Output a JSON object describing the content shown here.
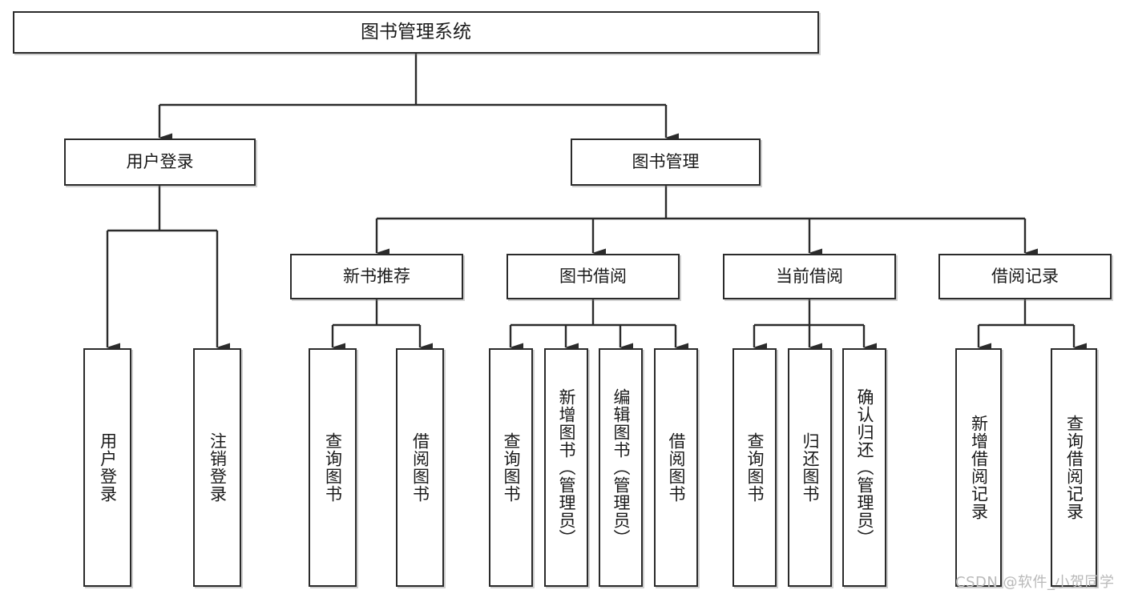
{
  "diagram": {
    "type": "tree",
    "title": "图书管理系统",
    "orientation": "top-down",
    "line_color": "#2b2b2b",
    "node_fill": "#ffffff",
    "text_color": "#1a1a1a"
  },
  "nodes": {
    "root": {
      "label": "图书管理系统"
    },
    "level2": [
      {
        "label": "用户登录"
      },
      {
        "label": "图书管理"
      }
    ],
    "level3": [
      {
        "label": "新书推荐"
      },
      {
        "label": "图书借阅"
      },
      {
        "label": "当前借阅"
      },
      {
        "label": "借阅记录"
      }
    ],
    "leaves_user_login": [
      {
        "label": "用户登录"
      },
      {
        "label": "注销登录"
      }
    ],
    "leaves_new_book": [
      {
        "label": "查询图书"
      },
      {
        "label": "借阅图书"
      }
    ],
    "leaves_borrow": [
      {
        "label": "查询图书"
      },
      {
        "label": "新增图书（管理员）"
      },
      {
        "label": "编辑图书（管理员）"
      },
      {
        "label": "借阅图书"
      }
    ],
    "leaves_current": [
      {
        "label": "查询图书"
      },
      {
        "label": "归还图书"
      },
      {
        "label": "确认归还（管理员）"
      }
    ],
    "leaves_records": [
      {
        "label": "新增借阅记录"
      },
      {
        "label": "查询借阅记录"
      }
    ]
  },
  "watermark": {
    "text": "CSDN @软件_小贺同学"
  }
}
